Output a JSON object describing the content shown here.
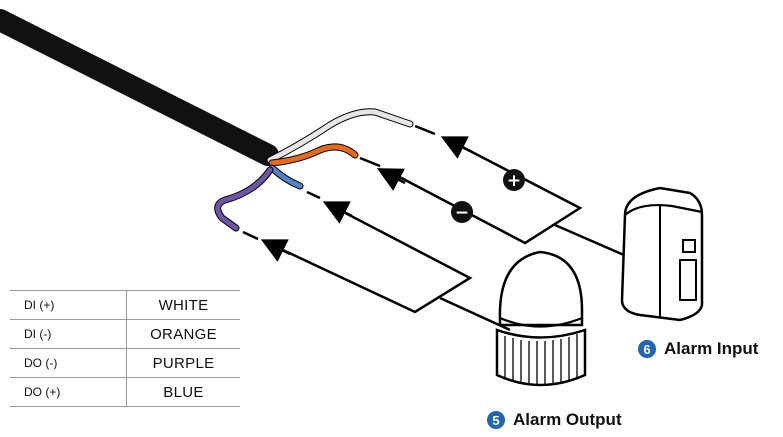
{
  "wiring_table": [
    {
      "signal": "DI (+)",
      "color": "WHITE"
    },
    {
      "signal": "DI (-)",
      "color": "ORANGE"
    },
    {
      "signal": "DO (-)",
      "color": "PURPLE"
    },
    {
      "signal": "DO (+)",
      "color": "BLUE"
    }
  ],
  "callouts": {
    "alarm_input": {
      "number": "6",
      "label": "Alarm Input"
    },
    "alarm_output": {
      "number": "5",
      "label": "Alarm Output"
    }
  },
  "wire_colors": {
    "white": "#e6e6e6",
    "orange": "#e86a1a",
    "purple": "#6f55a8",
    "blue": "#4f84c9",
    "cable": "#111111"
  },
  "badge_color": "#1f66b3",
  "polarity": {
    "positive": "+",
    "negative": "−"
  }
}
